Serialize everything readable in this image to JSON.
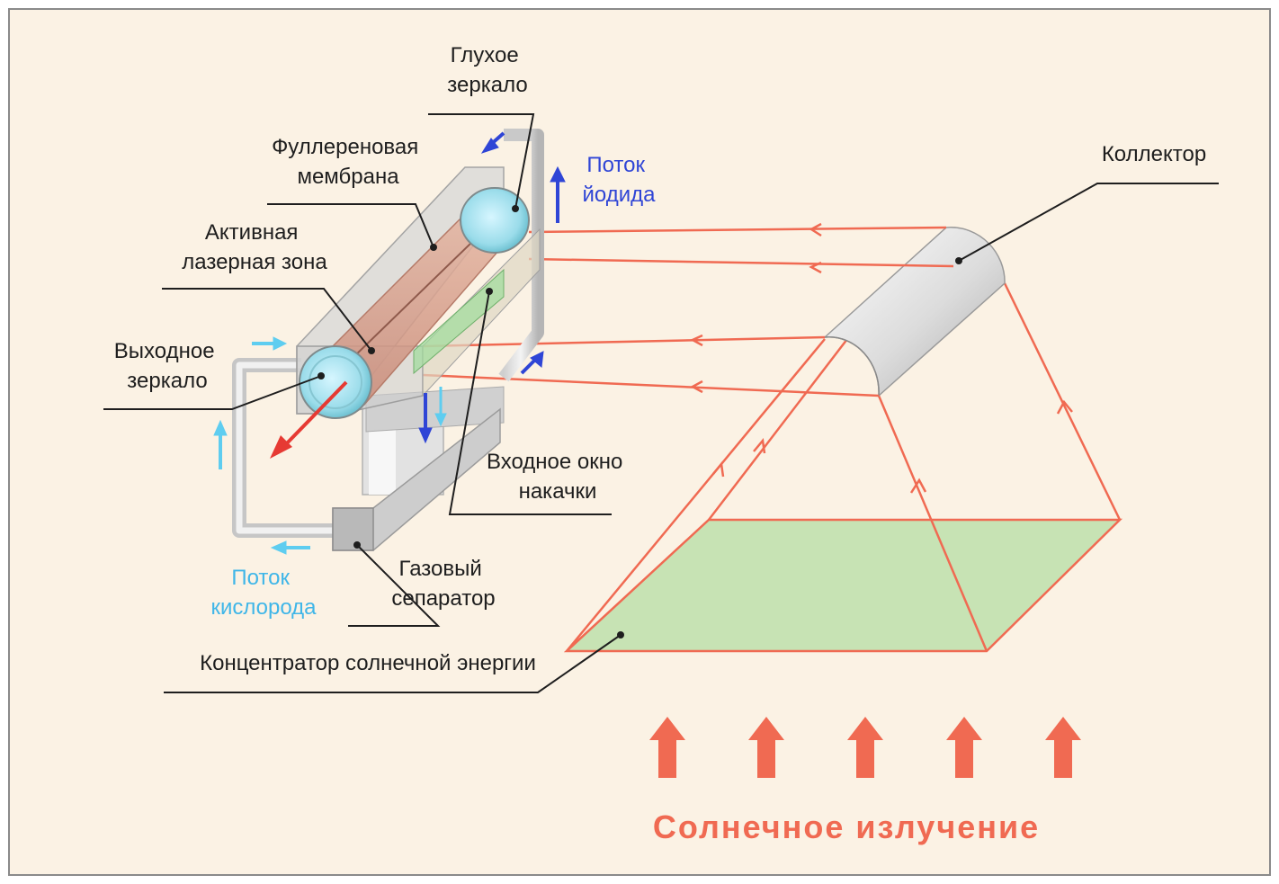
{
  "labels": {
    "deaf_mirror": [
      "Глухое",
      "зеркало"
    ],
    "fullerene_membrane": [
      "Фуллереновая",
      "мембрана"
    ],
    "iodide_flow": [
      "Поток",
      "йодида"
    ],
    "collector": "Коллектор",
    "active_zone": [
      "Активная",
      "лазерная зона"
    ],
    "output_mirror": [
      "Выходное",
      "зеркало"
    ],
    "pump_window": [
      "Входное окно",
      "накачки"
    ],
    "gas_separator": [
      "Газовый",
      "сепаратор"
    ],
    "oxygen_flow": [
      "Поток",
      "кислорода"
    ],
    "solar_concentrator": "Концентратор солнечной энергии",
    "solar_radiation": "Солнечное излучение"
  },
  "colors": {
    "background": "#fbf2e4",
    "border": "#8a8a8a",
    "ray": "#f06a52",
    "concentrator_fill": "#c7e3b4",
    "iodide_arrow": "#2f45d6",
    "oxygen_arrow": "#5ecdf0",
    "laser_beam": "#e63a33"
  },
  "icons": [
    "sun-ray-arrow-icon",
    "flow-arrow-icon",
    "laser-output-arrow-icon"
  ]
}
